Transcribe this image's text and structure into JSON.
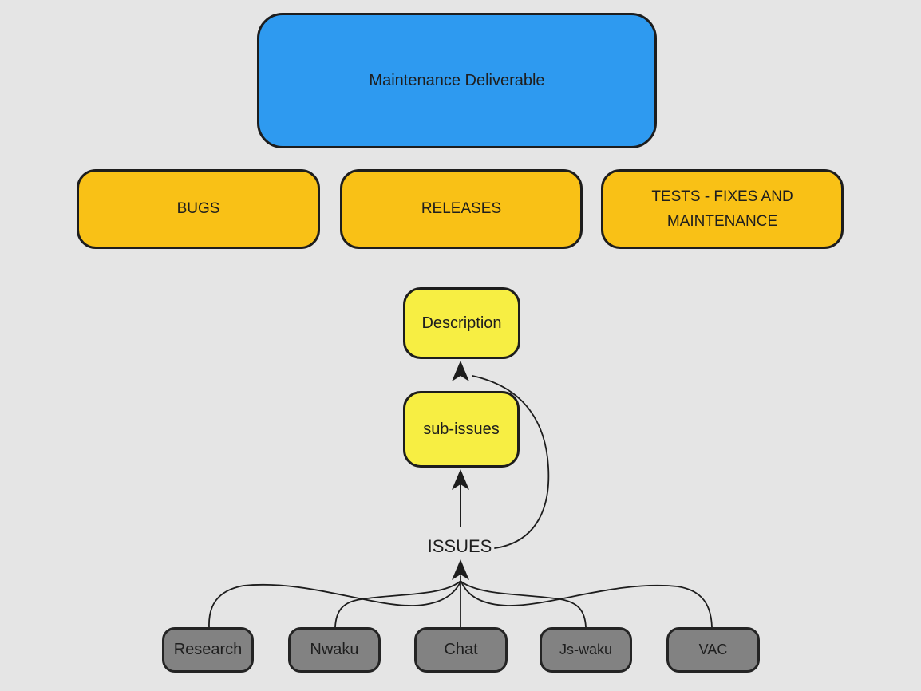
{
  "diagram": {
    "title_node": {
      "label": "Maintenance Deliverable"
    },
    "category_nodes": [
      {
        "id": "bugs",
        "label": "BUGS"
      },
      {
        "id": "releases",
        "label": "RELEASES"
      },
      {
        "id": "tests",
        "label": "TESTS - FIXES AND MAINTENANCE"
      }
    ],
    "detail_nodes": [
      {
        "id": "description",
        "label": "Description"
      },
      {
        "id": "sub-issues",
        "label": "sub-issues"
      }
    ],
    "issues_label": "ISSUES",
    "source_nodes": [
      {
        "id": "research",
        "label": "Research"
      },
      {
        "id": "nwaku",
        "label": "Nwaku"
      },
      {
        "id": "chat",
        "label": "Chat"
      },
      {
        "id": "js-waku",
        "label": "Js-waku"
      },
      {
        "id": "vac",
        "label": "VAC"
      }
    ],
    "edges": [
      {
        "from": "sub-issues-area",
        "to": "Description",
        "style": "curved-arrow"
      },
      {
        "from": "ISSUES",
        "to": "Description",
        "style": "curved-arrow"
      },
      {
        "from": "ISSUES",
        "to": "sub-issues",
        "style": "straight-arrow"
      },
      {
        "from": "Research",
        "to": "ISSUES",
        "style": "curved"
      },
      {
        "from": "Nwaku",
        "to": "ISSUES",
        "style": "curved"
      },
      {
        "from": "Chat",
        "to": "ISSUES",
        "style": "straight"
      },
      {
        "from": "Js-waku",
        "to": "ISSUES",
        "style": "curved"
      },
      {
        "from": "VAC",
        "to": "ISSUES",
        "style": "curved"
      }
    ],
    "colors": {
      "background": "#e5e5e5",
      "blue": "#2e9af0",
      "amber": "#f9c116",
      "yellow": "#f7ee43",
      "gray": "#828282",
      "stroke": "#1d1d1d",
      "text": "#1e1e1e"
    }
  }
}
